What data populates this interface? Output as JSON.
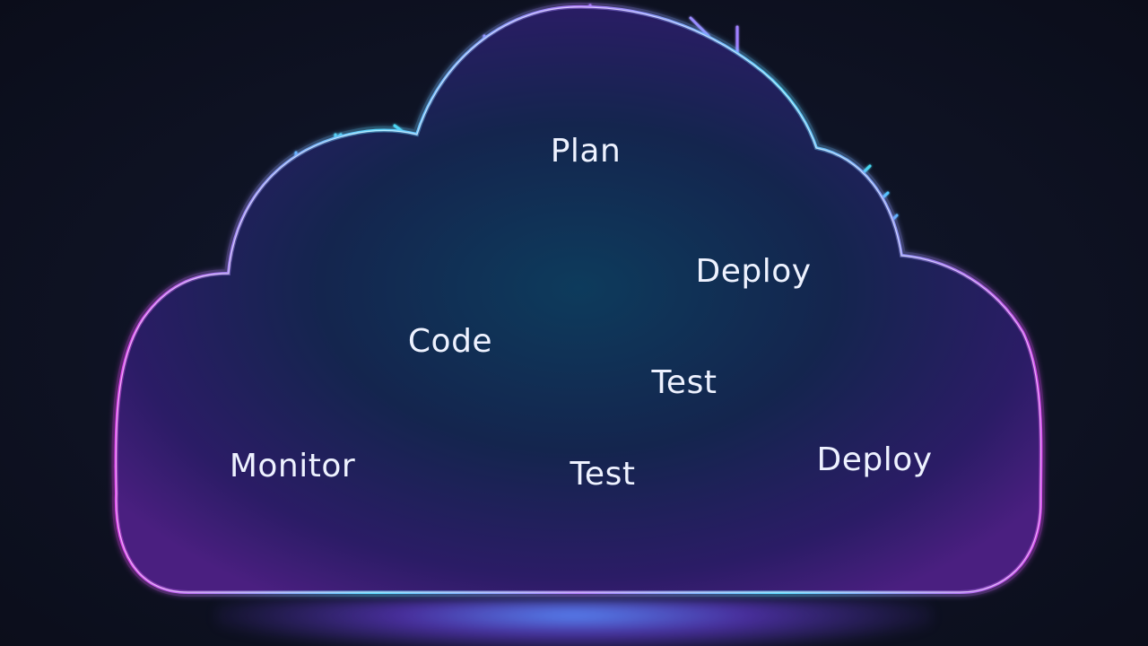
{
  "stages": [
    {
      "id": "plan",
      "label": "Plan"
    },
    {
      "id": "deploy-top",
      "label": "Deploy"
    },
    {
      "id": "code",
      "label": "Code"
    },
    {
      "id": "test-upper",
      "label": "Test"
    },
    {
      "id": "monitor",
      "label": "Monitor"
    },
    {
      "id": "test-lower",
      "label": "Test"
    },
    {
      "id": "deploy-bottom",
      "label": "Deploy"
    }
  ],
  "colors": {
    "background": "#0d1020",
    "cyan": "#3ee6f0",
    "violet": "#a06bff",
    "magenta": "#e146f0",
    "cloud_fill_top": "#2a1f6a",
    "cloud_fill_center": "#0f3a5a",
    "label_text": "#eef2ff"
  }
}
